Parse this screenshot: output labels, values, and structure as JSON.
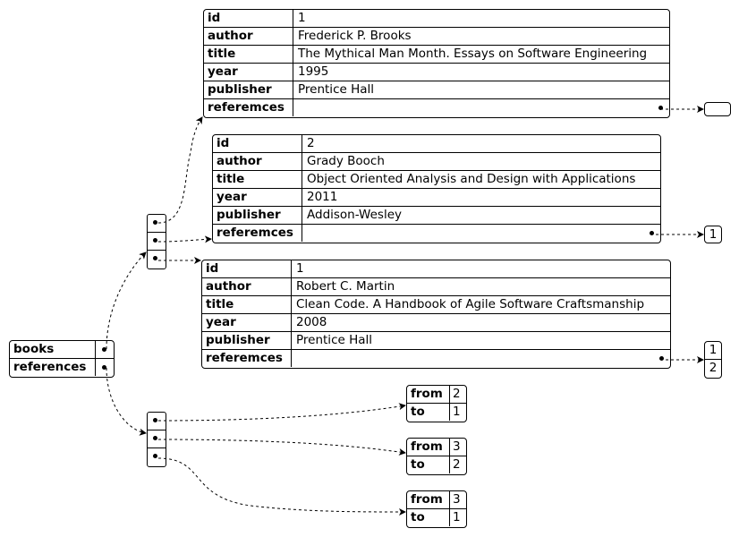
{
  "root": {
    "rows": [
      {
        "key": "books"
      },
      {
        "key": "references"
      }
    ]
  },
  "books": [
    {
      "fields": [
        {
          "key": "id",
          "value": "1"
        },
        {
          "key": "author",
          "value": "Frederick P. Brooks"
        },
        {
          "key": "title",
          "value": "The Mythical Man Month. Essays on Software Engineering"
        },
        {
          "key": "year",
          "value": "1995"
        },
        {
          "key": "publisher",
          "value": "Prentice Hall"
        },
        {
          "key": "referemces",
          "value": ""
        }
      ],
      "references": []
    },
    {
      "fields": [
        {
          "key": "id",
          "value": "2"
        },
        {
          "key": "author",
          "value": "Grady Booch"
        },
        {
          "key": "title",
          "value": "Object Oriented Analysis and Design with Applications"
        },
        {
          "key": "year",
          "value": "2011"
        },
        {
          "key": "publisher",
          "value": "Addison-Wesley"
        },
        {
          "key": "referemces",
          "value": ""
        }
      ],
      "references": [
        "1"
      ]
    },
    {
      "fields": [
        {
          "key": "id",
          "value": "1"
        },
        {
          "key": "author",
          "value": "Robert C. Martin"
        },
        {
          "key": "title",
          "value": "Clean Code. A Handbook of Agile Software Craftsmanship"
        },
        {
          "key": "year",
          "value": "2008"
        },
        {
          "key": "publisher",
          "value": "Prentice Hall"
        },
        {
          "key": "referemces",
          "value": ""
        }
      ],
      "references": [
        "1",
        "2"
      ]
    }
  ],
  "references": [
    {
      "from_label": "from",
      "from": "2",
      "to_label": "to",
      "to": "1"
    },
    {
      "from_label": "from",
      "from": "3",
      "to_label": "to",
      "to": "2"
    },
    {
      "from_label": "from",
      "from": "3",
      "to_label": "to",
      "to": "1"
    }
  ]
}
